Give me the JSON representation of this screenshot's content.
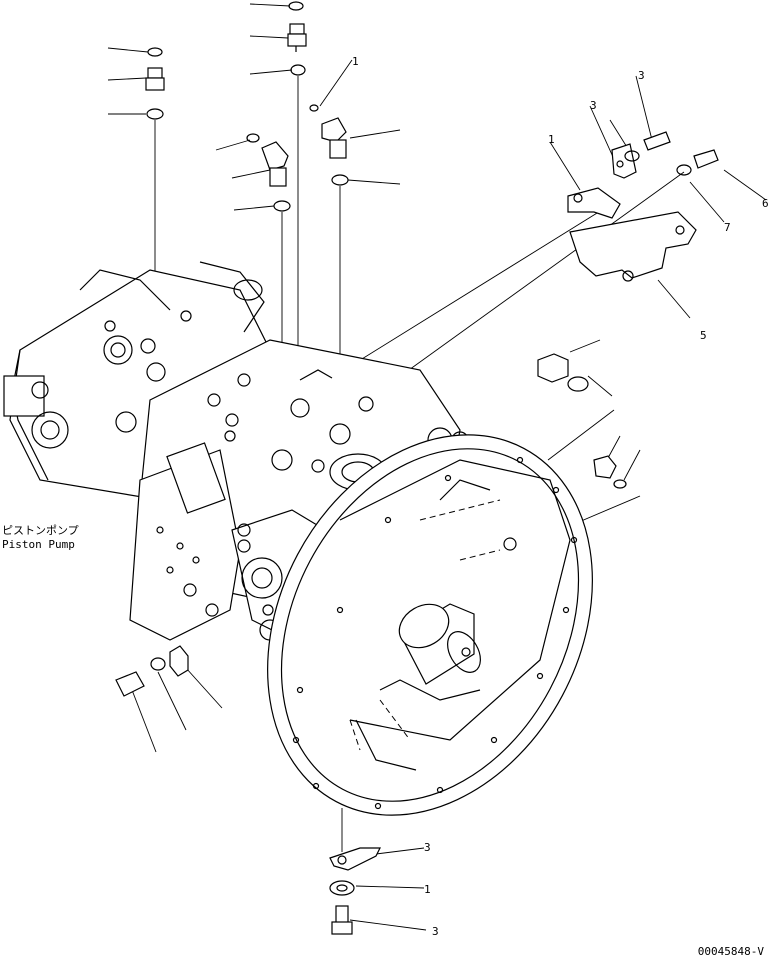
{
  "component_label": {
    "japanese": "ピストンポンプ",
    "english": "Piston Pump"
  },
  "callouts": [
    "1",
    "3",
    "3",
    "7",
    "6",
    "5",
    "1",
    "3",
    "1",
    "3"
  ],
  "figure_code": "00045848-V"
}
